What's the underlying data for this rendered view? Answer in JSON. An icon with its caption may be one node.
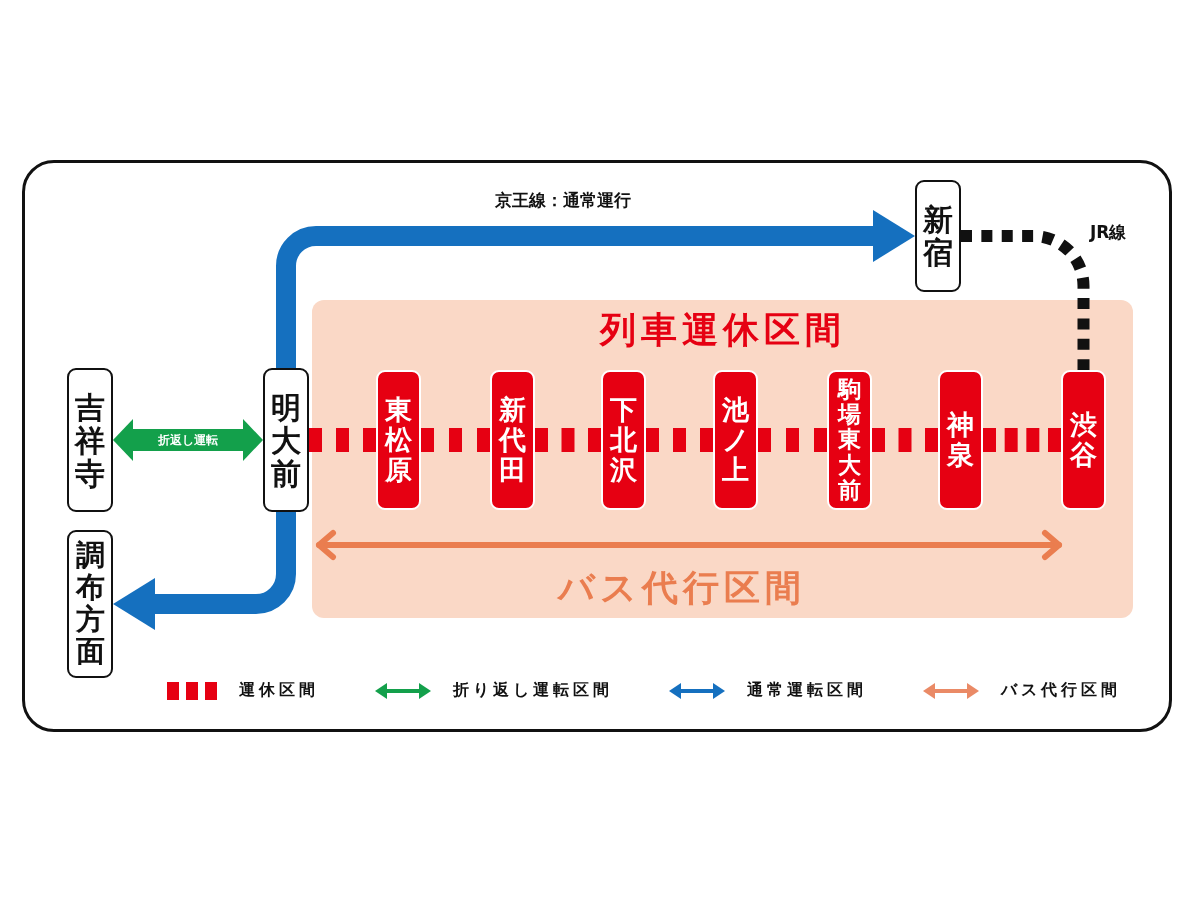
{
  "diagram": {
    "nodes": [
      {
        "text": [
          "吉祥寺"
        ]
      },
      {
        "text": [
          "調布方面"
        ]
      },
      {
        "text": [
          "明大前"
        ]
      },
      {
        "text": [
          "新宿"
        ]
      },
      {
        "text": [
          "列車運休区間",
          "バス代行区間"
        ]
      },
      {
        "text": [
          "東松原"
        ],
        "in": 4
      },
      {
        "text": [
          "新代田"
        ],
        "in": 4
      },
      {
        "text": [
          "下北沢"
        ],
        "in": 4
      },
      {
        "text": [
          "池ノ上"
        ],
        "in": 4
      },
      {
        "text": [
          "駒場東大前"
        ],
        "in": 4
      },
      {
        "text": [
          "神泉"
        ],
        "in": 4
      },
      {
        "text": [
          "渋谷"
        ],
        "in": 4
      }
    ],
    "edges": [
      {
        "from": 0,
        "to": 2,
        "arrow": "both",
        "label": "折返し運転",
        "color": "#13a04b"
      },
      {
        "from": 2,
        "to": 3,
        "arrow": "to",
        "label": "京王線：通常運行",
        "color": "#1570bf"
      },
      {
        "from": 2,
        "to": 1,
        "arrow": "to",
        "color": "#1570bf"
      },
      {
        "from": 3,
        "to": 11,
        "arrow": "none",
        "label": "JR線",
        "style": "dashed",
        "color": "#111111"
      },
      {
        "from": 2,
        "to": 5,
        "arrow": "none",
        "style": "dashed"
      },
      {
        "from": 5,
        "to": 6,
        "arrow": "none",
        "style": "dashed"
      },
      {
        "from": 6,
        "to": 7,
        "arrow": "none",
        "style": "dashed"
      },
      {
        "from": 7,
        "to": 8,
        "arrow": "none",
        "style": "dashed"
      },
      {
        "from": 8,
        "to": 9,
        "arrow": "none",
        "style": "dashed"
      },
      {
        "from": 9,
        "to": 10,
        "arrow": "none",
        "style": "dashed"
      },
      {
        "from": 10,
        "to": 11,
        "arrow": "none",
        "style": "dashed"
      }
    ],
    "legend": [
      {
        "text": "運休区間"
      },
      {
        "text": "折り返し運転区間"
      },
      {
        "text": "通常運転区間"
      },
      {
        "text": "バス代行区間"
      }
    ]
  }
}
